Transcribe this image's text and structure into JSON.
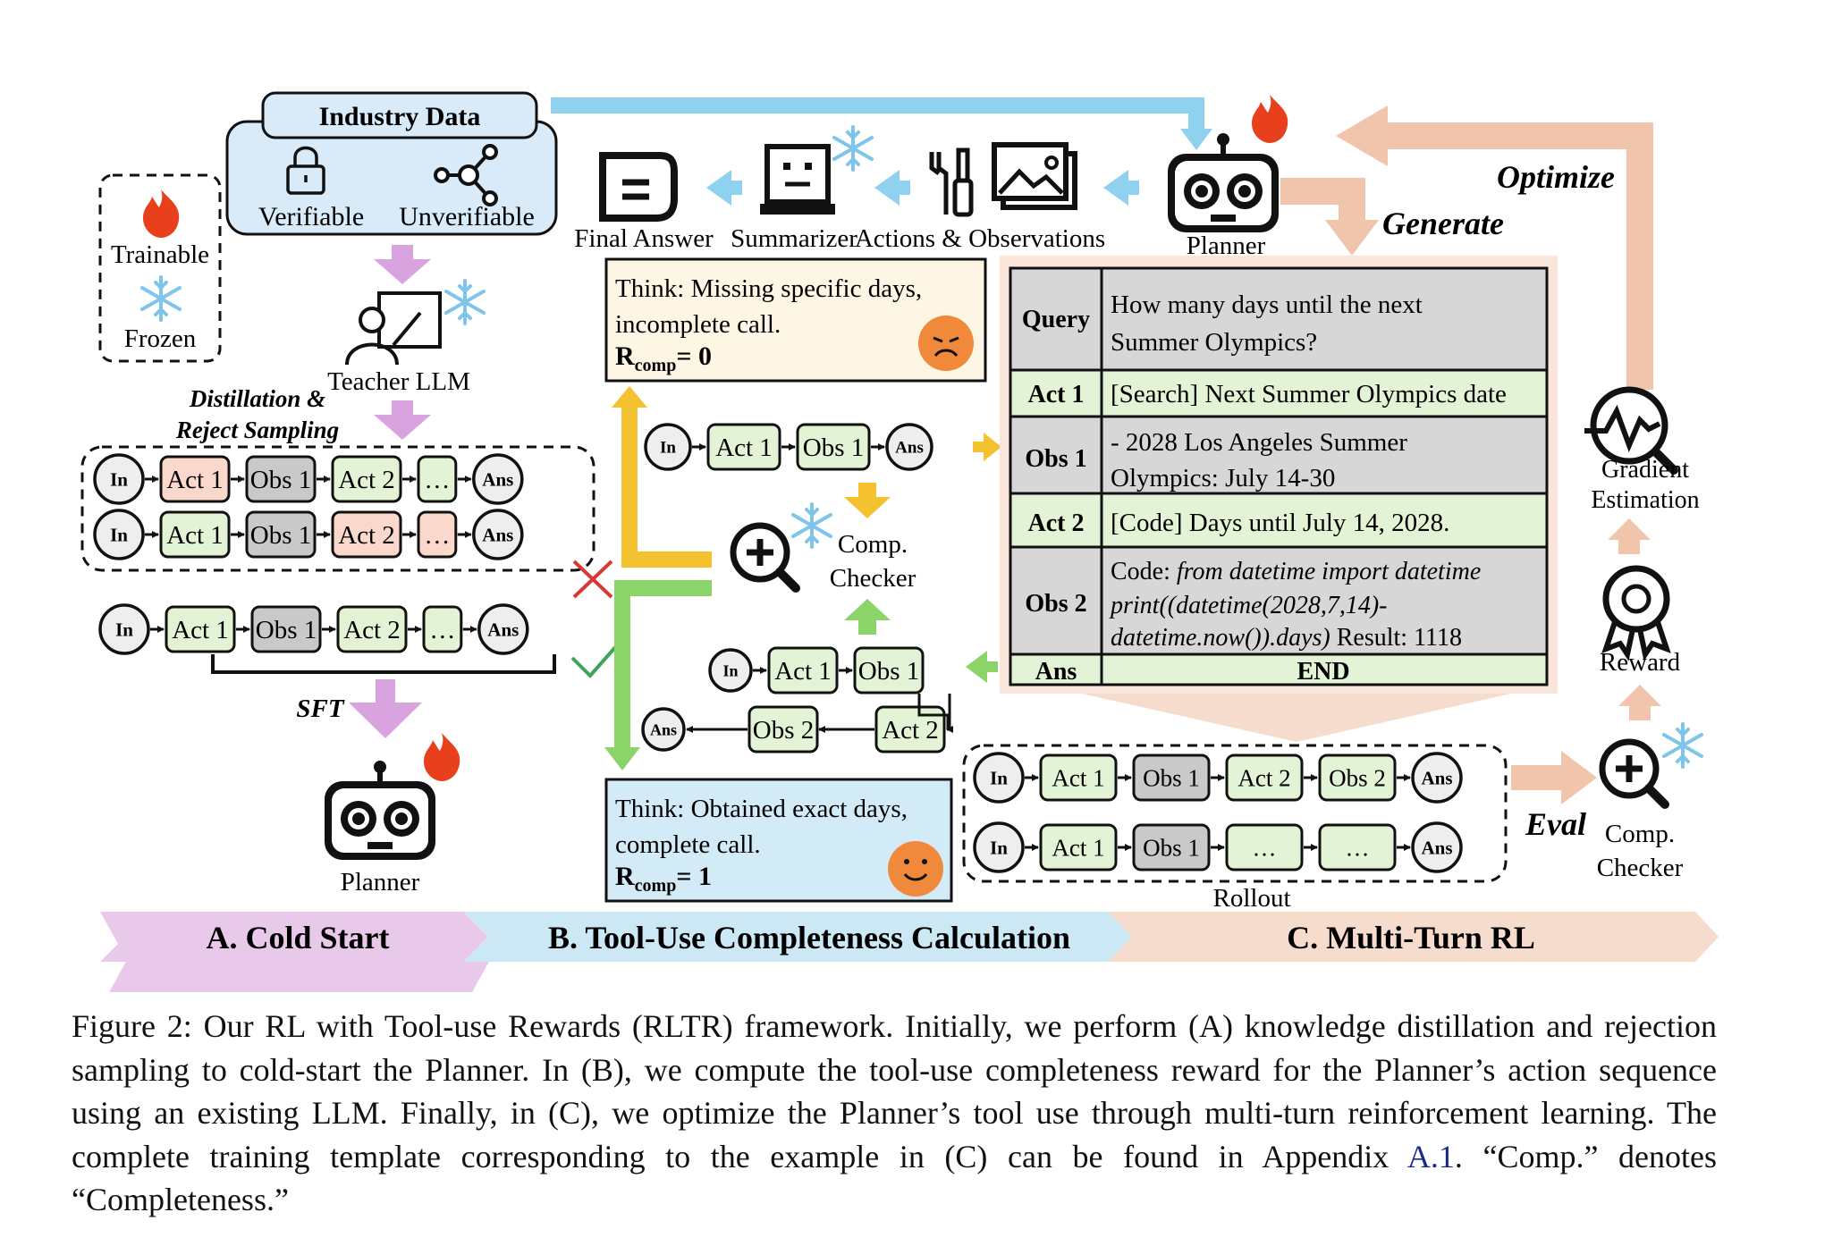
{
  "legend": {
    "trainable": "Trainable",
    "frozen": "Frozen"
  },
  "industry": {
    "title": "Industry Data",
    "verifiable": "Verifiable",
    "unverifiable": "Unverifiable"
  },
  "teacher": "Teacher LLM",
  "distill": {
    "line1": "Distillation &",
    "line2": "Reject Sampling"
  },
  "nodes": {
    "in": "In",
    "ans": "Ans",
    "act1": "Act 1",
    "act2": "Act 2",
    "obs1": "Obs 1",
    "obs2": "Obs 2",
    "ellipsis": "…"
  },
  "sft": "SFT",
  "planner": "Planner",
  "pipeline": {
    "final_answer": "Final Answer",
    "summarizer": "Summarizer",
    "actions_obs": "Actions & Observations"
  },
  "think_bad": {
    "line1": "Think: Missing specific days,",
    "line2": "incomplete call.",
    "reward": "= 0"
  },
  "think_good": {
    "line1": "Think: Obtained exact days,",
    "line2": "complete call.",
    "reward": "= 1"
  },
  "reward_symbol": {
    "main": "R",
    "sub": "comp"
  },
  "comp_checker": {
    "line1": "Comp.",
    "line2": "Checker"
  },
  "generate": "Generate",
  "optimize": "Optimize",
  "query_table": {
    "rows": [
      {
        "label": "Query",
        "lines": [
          "How many days until the next",
          "Summer Olympics?"
        ]
      },
      {
        "label": "Act 1",
        "lines": [
          "[Search] Next Summer Olympics date"
        ]
      },
      {
        "label": "Obs 1",
        "lines": [
          "- 2028 Los Angeles Summer",
          "Olympics: July 14-30"
        ]
      },
      {
        "label": "Act 2",
        "lines": [
          "[Code] Days until July 14, 2028."
        ]
      },
      {
        "label": "Obs 2",
        "code_prefix": "Code: ",
        "code1": "from datetime import datetime",
        "code2": "print((datetime(2028,7,14)-",
        "code3": "datetime.now()).days)",
        "result": " Result: 1118"
      },
      {
        "label": "Ans",
        "lines": [
          "END"
        ]
      }
    ]
  },
  "gradient": {
    "line1": "Gradient",
    "line2": "Estimation"
  },
  "reward": "Reward",
  "eval": "Eval",
  "rollout": "Rollout",
  "banner": {
    "a": "A. Cold Start",
    "b": "B. Tool-Use Completeness Calculation",
    "c": "C. Multi-Turn RL"
  },
  "caption": {
    "text1": "Figure 2: Our RL with Tool-use Rewards (RLTR) framework. Initially, we perform (A) knowledge distillation and rejection sampling to cold-start the Planner. In (B), we compute the tool-use completeness reward for the Planner’s action sequence using an existing LLM. Finally, in (C), we optimize the Planner’s tool use through multi-turn reinforcement learning. The complete training template corresponding to the example in (C) can be found in Appendix ",
    "link": "A.1",
    "text2": ". “Comp.” denotes “Completeness.”"
  },
  "colors": {
    "act_green": "#e2f3d6",
    "obs_gray": "#c9c9c9",
    "act_pink": "#fad8cc",
    "ans_gray": "#eeeeee",
    "cold_pink": "#e9c9ea",
    "tool_blue": "#cde8f5",
    "rl_peach": "#f6dccd",
    "blue_arrow": "#8fd2f0",
    "yellow_arrow": "#f4c12f",
    "green_arrow": "#8bd46a",
    "peach_arrow": "#f0c5ac",
    "purple_arrow": "#d9a3e0",
    "fire": "#e8401c",
    "snow": "#7fc5ea"
  }
}
